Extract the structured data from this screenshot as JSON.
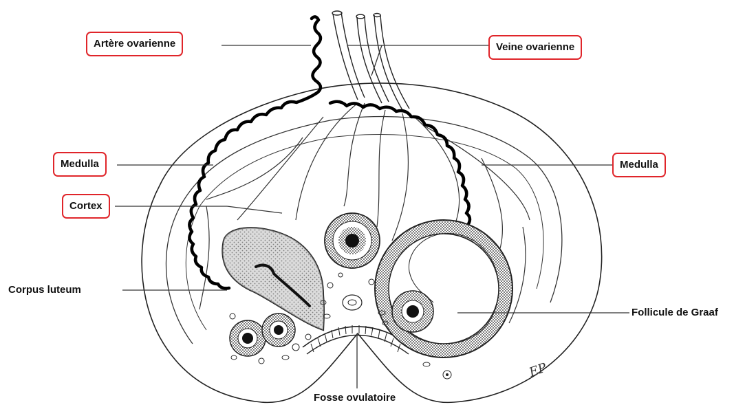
{
  "labels": {
    "artere_ovarienne": "Artère ovarienne",
    "veine_ovarienne": "Veine ovarienne",
    "medulla_left": "Medulla",
    "medulla_right": "Medulla",
    "cortex": "Cortex",
    "corpus_luteum": "Corpus luteum",
    "follicule_de_graaf": "Follicule de Graaf",
    "fosse_ovulatoire": "Fosse ovulatoire"
  },
  "signature": "EP",
  "colors": {
    "highlight_border": "#e0252a",
    "ink": "#111111",
    "corpus_luteum_fill": "#bdbdbd",
    "background": "#ffffff"
  }
}
